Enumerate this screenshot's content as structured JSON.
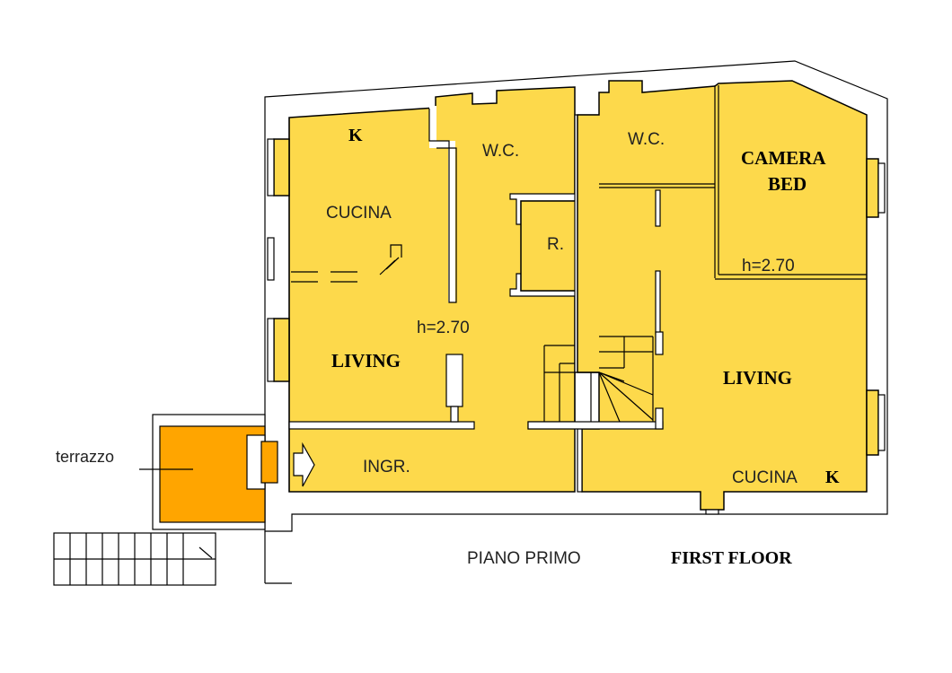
{
  "plan": {
    "labels": {
      "k_left": "K",
      "cucina_left": "CUCINA",
      "wc_left": "W.C.",
      "r": "R.",
      "height_left": "h=2.70",
      "living_left": "LIVING",
      "ingresso": "INGR.",
      "wc_right": "W.C.",
      "camera": "CAMERA",
      "bed": "BED",
      "height_right": "h=2.70",
      "living_right": "LIVING",
      "cucina_right": "CUCINA",
      "k_right": "K",
      "terrazzo": "terrazzo"
    },
    "caption_it": "PIANO PRIMO",
    "caption_en": "FIRST FLOOR",
    "colors": {
      "rooms": "#FDD94B",
      "terrace": "#FFA500"
    }
  }
}
